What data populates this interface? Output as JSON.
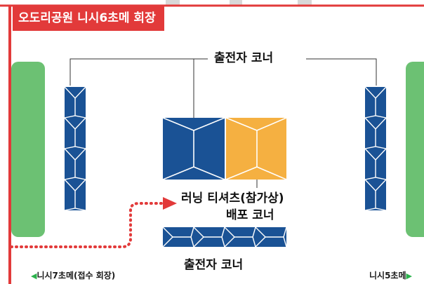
{
  "title": "오도리공원 니시6초메 회장",
  "labels": {
    "exhibitor_top": "출전자 코너",
    "running_tshirt": "러닝 티셔츠(참가상)",
    "distribution": "배포 코너",
    "exhibitor_bottom": "출전자 코너"
  },
  "nav": {
    "left_arrow": "◀",
    "left": "니시7초메(접수 회장)",
    "right": "니시5초메",
    "right_arrow": "▶"
  },
  "colors": {
    "banner": "#e23a3a",
    "border": "#e23a3a",
    "booth_blue": "#1a5295",
    "booth_orange": "#f5b041",
    "green": "#6cc173",
    "path_dots": "#e23a3a",
    "arrow_nav": "#2bb24c"
  }
}
